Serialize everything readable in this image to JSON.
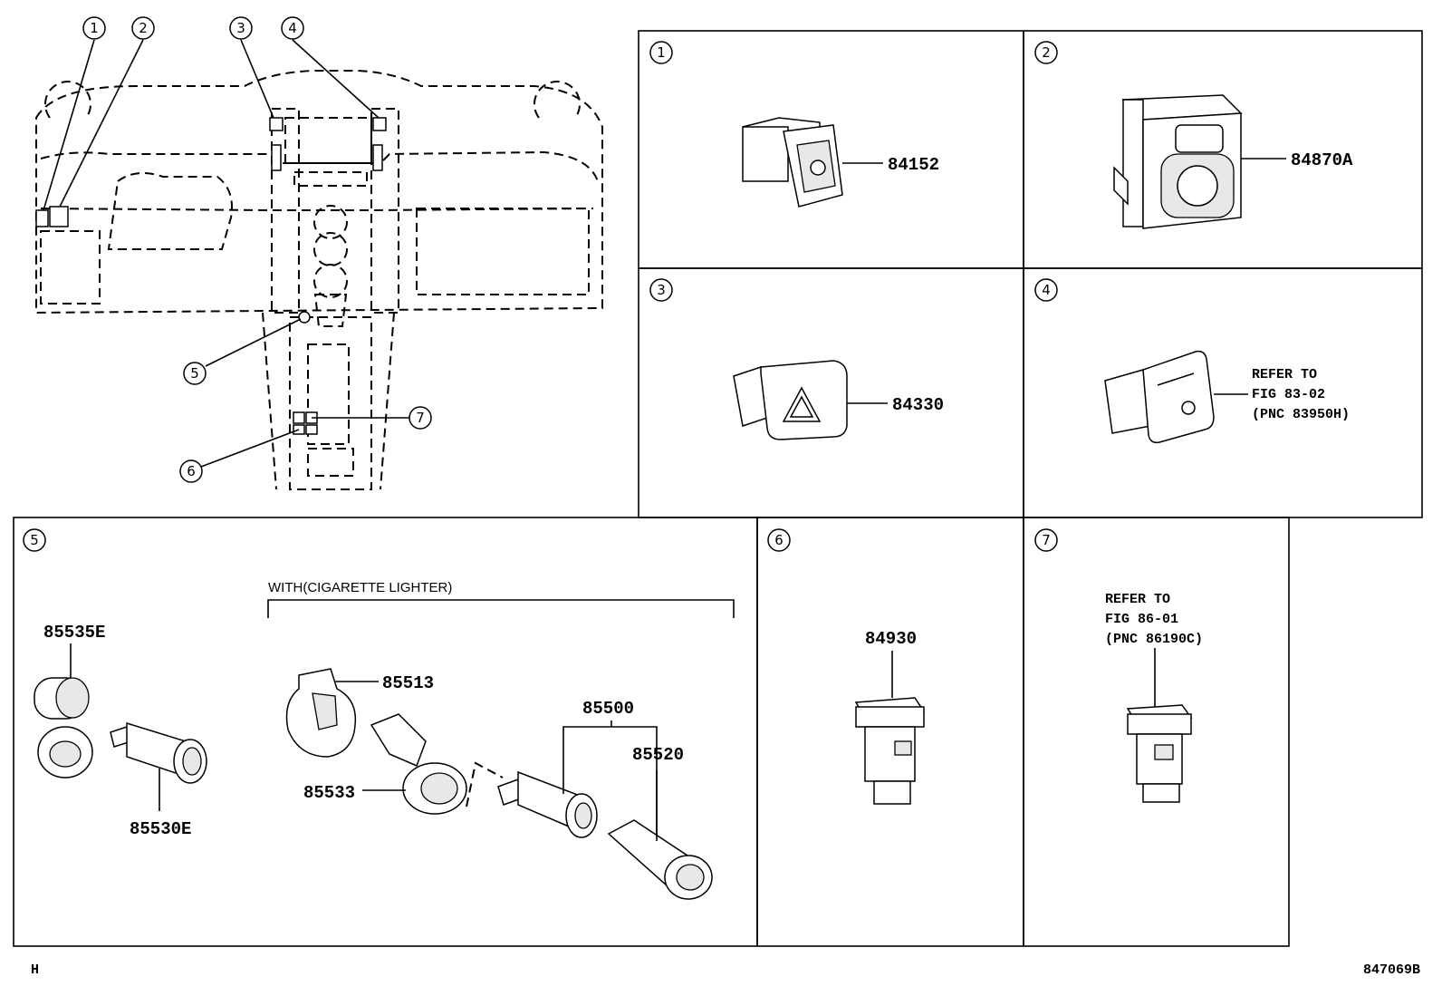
{
  "overview": {
    "callouts": [
      "1",
      "2",
      "3",
      "4",
      "5",
      "6",
      "7"
    ]
  },
  "panels": [
    {
      "id": "1",
      "parts": [
        "84152"
      ]
    },
    {
      "id": "2",
      "parts": [
        "84870A"
      ]
    },
    {
      "id": "3",
      "parts": [
        "84330"
      ]
    },
    {
      "id": "4",
      "refer": [
        "REFER TO",
        "FIG 83-02",
        "(PNC 83950H)"
      ]
    },
    {
      "id": "5",
      "caption": "WITH(CIGARETTE LIGHTER)",
      "parts": [
        "85535E",
        "85530E",
        "85513",
        "85533",
        "85500",
        "85520"
      ]
    },
    {
      "id": "6",
      "parts": [
        "84930"
      ]
    },
    {
      "id": "7",
      "refer": [
        "REFER TO",
        "FIG 86-01",
        "(PNC 86190C)"
      ]
    }
  ],
  "footer": {
    "left": "H",
    "right": "847069B"
  }
}
